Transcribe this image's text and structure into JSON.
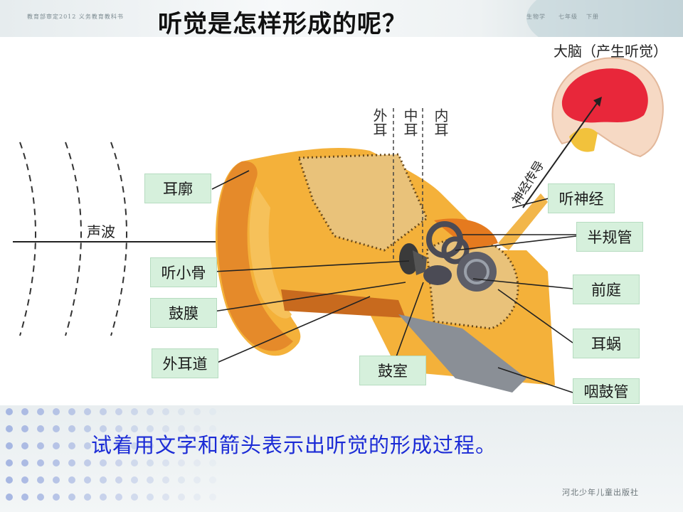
{
  "header": {
    "left_small_text": "教育部审定2012 义务教育教科书",
    "title": "听觉是怎样形成的呢？",
    "right_small_1": "生物学",
    "right_small_2": "七年级",
    "right_small_3": "下册"
  },
  "diagram": {
    "brain_label": "大脑（产生听觉）",
    "nerve_path_label": "神经传导",
    "sound_wave_label": "声波",
    "region_outer": "外耳",
    "region_middle": "中耳",
    "region_inner": "内耳",
    "labels": {
      "auricle": "耳廓",
      "ossicles": "听小骨",
      "eardrum": "鼓膜",
      "ear_canal": "外耳道",
      "tympanic_cavity": "鼓室",
      "auditory_nerve": "听神经",
      "semicircular_canals": "半规管",
      "vestibule": "前庭",
      "cochlea": "耳蜗",
      "eustachian_tube": "咽鼓管"
    }
  },
  "footer": {
    "question": "试着用文字和箭头表示出听觉的形成过程。",
    "publisher": "河北少年儿童出版社"
  },
  "colors": {
    "label_bg": "#d6f0dc",
    "question_text": "#1b2bd6",
    "ear_skin": "#f1a431",
    "brain_red": "#e8273a"
  }
}
